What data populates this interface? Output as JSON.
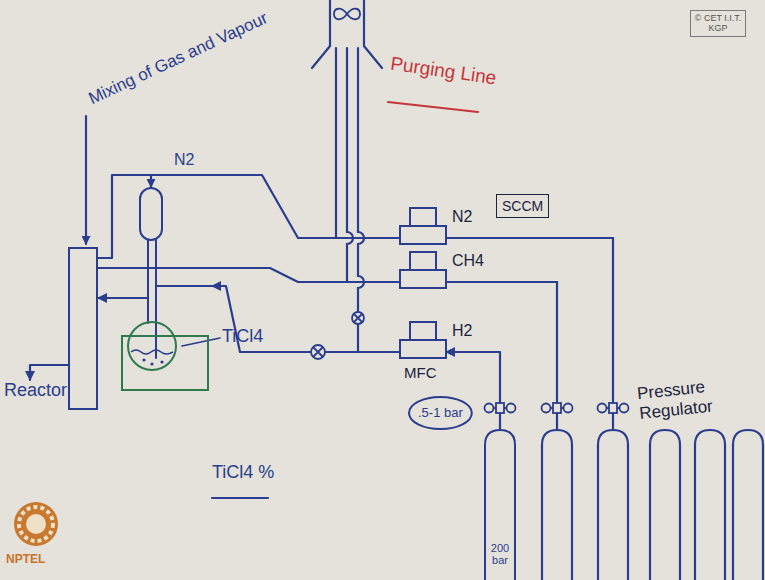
{
  "diagram": {
    "nodes": [
      {
        "text": [
          "© CET I.I.T. KGP"
        ]
      },
      {
        "text": [
          "Mixing of Gas and Vapour"
        ]
      },
      {
        "text": [
          "SCCM"
        ]
      },
      {
        "text": [
          "N2"
        ]
      },
      {
        "text": [
          "CH4"
        ]
      },
      {
        "text": [
          "H2"
        ]
      },
      {
        "text": [
          "TiCl4"
        ]
      },
      {
        "text": [
          "Reactor"
        ]
      },
      {
        "text": [
          ".5-1 bar"
        ]
      },
      {
        "text": [
          "200 bar"
        ]
      }
    ],
    "edges": [
      {
        "from": 3,
        "to": 1,
        "arrow": "none",
        "label": "N2"
      },
      {
        "from": 4,
        "to": 1,
        "arrow": "none"
      },
      {
        "from": 9,
        "to": 5,
        "arrow": "to"
      },
      {
        "from": 5,
        "to": 6,
        "arrow": "to"
      },
      {
        "from": 6,
        "to": 1,
        "arrow": "to"
      },
      {
        "from": 1,
        "to": 7,
        "arrow": "to"
      }
    ],
    "labels": [
      "Purging Line",
      "MFC",
      "Pressure Regulator",
      "TiCl4 %",
      "NPTEL"
    ]
  }
}
